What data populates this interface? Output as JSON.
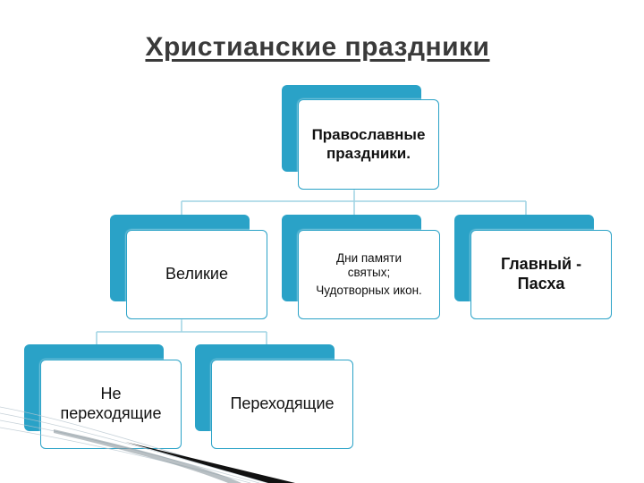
{
  "title": "Христианские праздники",
  "nodes": {
    "root": "Православные праздники.",
    "velikie": "Великие",
    "dni_pamyati_line1": "Дни памяти святых;",
    "dni_pamyati_line2": "Чудотворных икон.",
    "glavny": "Главный - Пасха",
    "ne_perehodyashie": "Не переходящие",
    "perehodyashie": "Переходящие"
  },
  "colors": {
    "accent": "#2aa2c7",
    "connector": "#9fd3e4",
    "title": "#3a3a3a"
  }
}
